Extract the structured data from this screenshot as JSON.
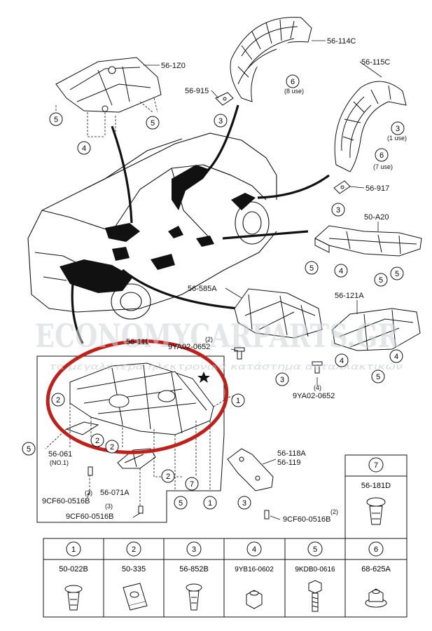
{
  "watermark": {
    "line1": "ECONOMYCARPARTS.GR",
    "line2": "τα μεγαλύτερα ηλεκτρονικά κατάστημα ανταλλακτικών"
  },
  "labels": {
    "p_56_1Z0": "56-1Z0",
    "p_56_114C": "56-114C",
    "p_56_115C": "56-115C",
    "p_56_915": "56-915",
    "p_56_917": "56-917",
    "p_50_A20": "50-A20",
    "p_56_585A": "56-585A",
    "p_56_121A": "56-121A",
    "p_56_111": "56-111",
    "p_9YA02_0652_top": "9YA02-0652",
    "p_9YA02_0652_right": "9YA02-0652",
    "p_56_061": "56-061",
    "p_56_061_sub": "(NO.1)",
    "p_56_071A": "56-071A",
    "p_9CF60_a": "9CF60-0516B",
    "p_9CF60_b": "9CF60-0516B",
    "p_9CF60_c": "9CF60-0516B",
    "p_56_118A": "56-118A",
    "p_56_119": "56-119",
    "qty2": "(2)",
    "qty3": "(3)",
    "qty4": "(4)",
    "use8": "(8 use)",
    "use1": "(1 use)",
    "use7": "(7 use)"
  },
  "callouts": [
    "1",
    "2",
    "3",
    "4",
    "5",
    "6",
    "7"
  ],
  "legend": {
    "items": [
      {
        "num": "1",
        "part": "50-022B"
      },
      {
        "num": "2",
        "part": "50-335"
      },
      {
        "num": "3",
        "part": "56-852B"
      },
      {
        "num": "4",
        "part": "9YB16-0602"
      },
      {
        "num": "5",
        "part": "9KDB0-0616"
      },
      {
        "num": "6",
        "part": "68-625A"
      }
    ],
    "extra": {
      "num": "7",
      "part": "56-181D"
    }
  },
  "colors": {
    "line": "#111111",
    "highlight": "#c0201a",
    "watermark": "#cfd3d6"
  }
}
